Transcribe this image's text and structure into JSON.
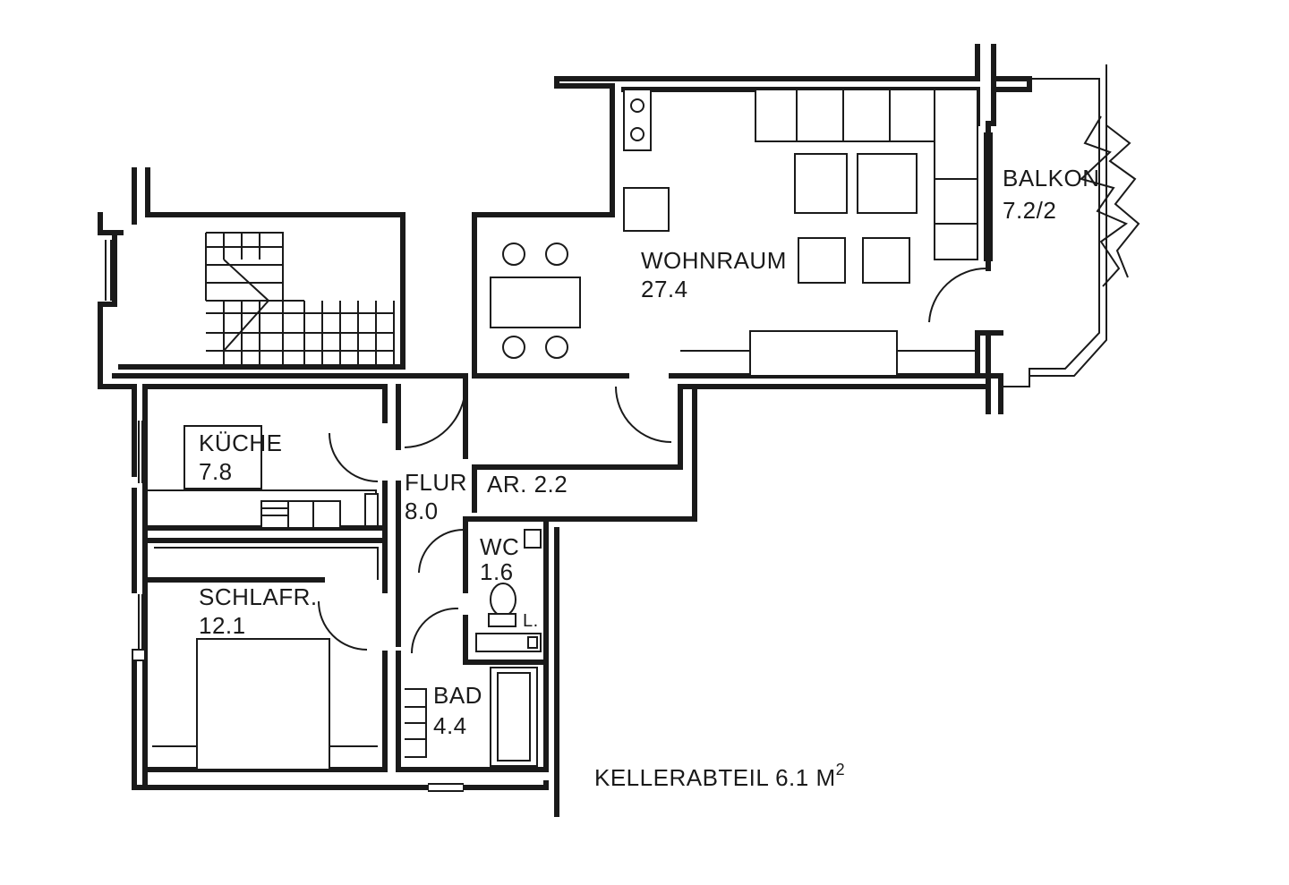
{
  "rooms": {
    "wohnraum": {
      "name": "WOHNRAUM",
      "area": "27.4"
    },
    "balkon": {
      "name": "BALKON",
      "area": "7.2/2"
    },
    "kueche": {
      "name": "KÜCHE",
      "area": "7.8"
    },
    "flur": {
      "name": "FLUR",
      "area": "8.0"
    },
    "abstellraum": {
      "label": "AR. 2.2"
    },
    "wc": {
      "name": "WC",
      "area": "1.6"
    },
    "schlafzimmer": {
      "name": "SCHLAFR.",
      "area": "12.1"
    },
    "bad": {
      "name": "BAD",
      "area": "4.4"
    }
  },
  "wc_fixture_label": "L.",
  "keller": {
    "label": "KELLERABTEIL 6.1 M",
    "superscript": "2"
  },
  "colors": {
    "ink": "#1a1a1a",
    "paper": "#ffffff"
  }
}
